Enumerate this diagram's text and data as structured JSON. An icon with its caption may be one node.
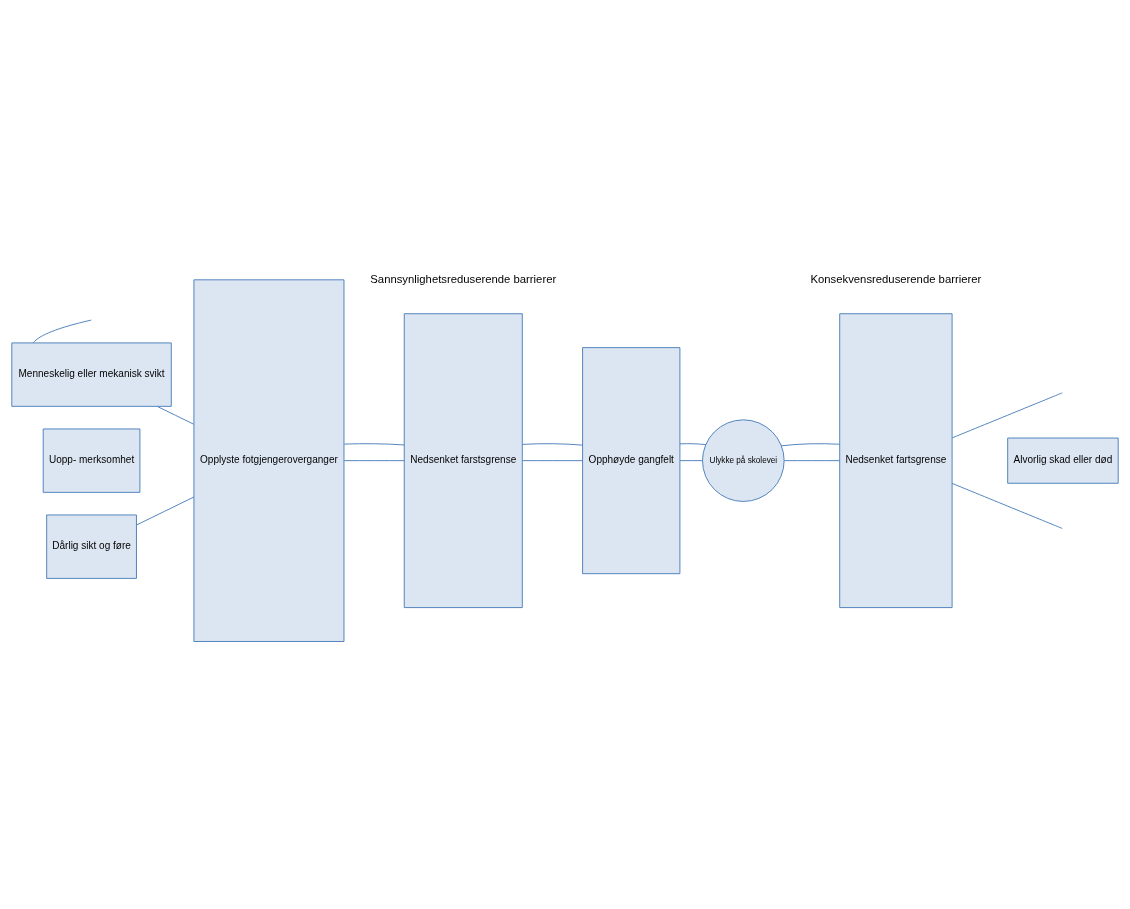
{
  "diagram": {
    "nodes": [
      {
        "text": [
          "Menneskelig eller mekanisk svikt"
        ]
      },
      {
        "text": [
          "Uopp- merksomhet"
        ]
      },
      {
        "text": [
          "Dårlig sikt og føre"
        ]
      },
      {
        "text": [
          "Opplyste fotgjengeroverganger"
        ]
      },
      {
        "text": [
          "Nedsenket farstsgrense"
        ]
      },
      {
        "text": [
          "Opphøyde gangfelt"
        ]
      },
      {
        "text": [
          "Ulykke på skolevei"
        ]
      },
      {
        "text": [
          "Nedsenket fartsgrense"
        ]
      },
      {
        "text": [
          "Alvorlig skad eller død"
        ]
      }
    ],
    "edges": [
      {
        "from": null,
        "to": 0,
        "arrow": "none"
      },
      {
        "from": 0,
        "to": 3,
        "arrow": "none"
      },
      {
        "from": 3,
        "to": 4,
        "arrow": "none"
      },
      {
        "from": 4,
        "to": 5,
        "arrow": "none"
      },
      {
        "from": 5,
        "to": 6,
        "arrow": "none"
      },
      {
        "from": 2,
        "to": 3,
        "arrow": "none"
      },
      {
        "from": 3,
        "to": 4,
        "arrow": "none"
      },
      {
        "from": 4,
        "to": 5,
        "arrow": "none"
      },
      {
        "from": 5,
        "to": 6,
        "arrow": "none"
      },
      {
        "from": 6,
        "to": 7,
        "arrow": "none"
      },
      {
        "from": 6,
        "to": 7,
        "arrow": "none"
      },
      {
        "from": 7,
        "to": null,
        "arrow": "none"
      },
      {
        "from": 7,
        "to": null,
        "arrow": "none"
      }
    ],
    "labels": [
      "Sannsynlighetsreduserende barrierer",
      "Konsekvensreduserende barrierer"
    ]
  }
}
